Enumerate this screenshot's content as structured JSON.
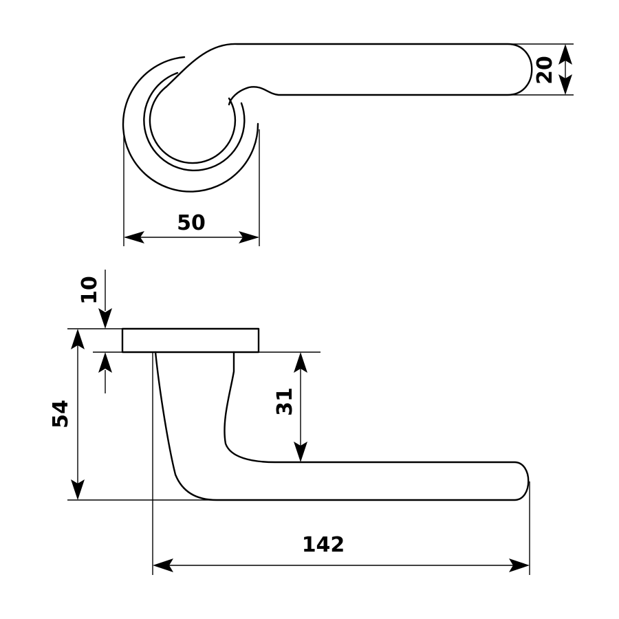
{
  "dimensions": {
    "rose_diameter": "50",
    "lever_thickness": "20",
    "rose_thickness": "10",
    "total_height": "54",
    "lever_drop": "31",
    "lever_length": "142"
  }
}
